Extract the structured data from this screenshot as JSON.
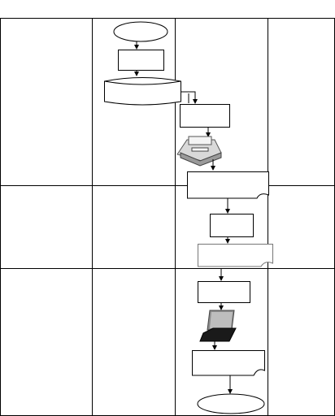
{
  "diagram": {
    "type": "swimlane-flowchart",
    "lanes": {
      "columns": 4,
      "rows": 3
    },
    "labels": [],
    "colors": {
      "line": "#000000",
      "fill": "#ffffff",
      "device_gray": "#9a9a9a",
      "screen": "#1a1a1a"
    },
    "icons": [
      "printer-icon",
      "laptop-icon"
    ]
  }
}
